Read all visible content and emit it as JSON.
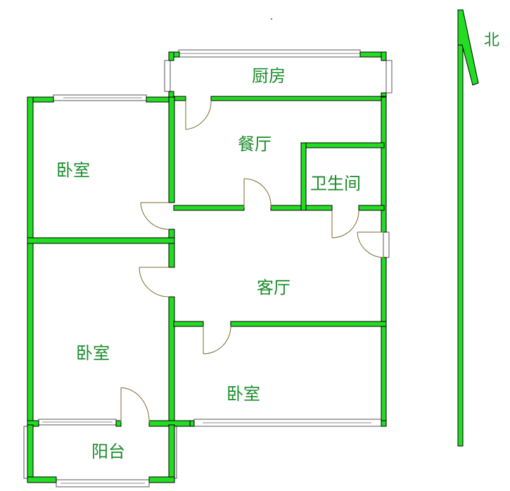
{
  "rooms": {
    "kitchen": "厨房",
    "dining": "餐厅",
    "bathroom": "卫生间",
    "bedroom_nw": "卧室",
    "living": "客厅",
    "bedroom_sw": "卧室",
    "bedroom_s": "卧室",
    "balcony": "阳台"
  },
  "compass": {
    "label": "北",
    "direction": "north"
  },
  "colors": {
    "wall": "#22dd22",
    "label": "#1a8c2a",
    "door": "#7a6a30"
  }
}
